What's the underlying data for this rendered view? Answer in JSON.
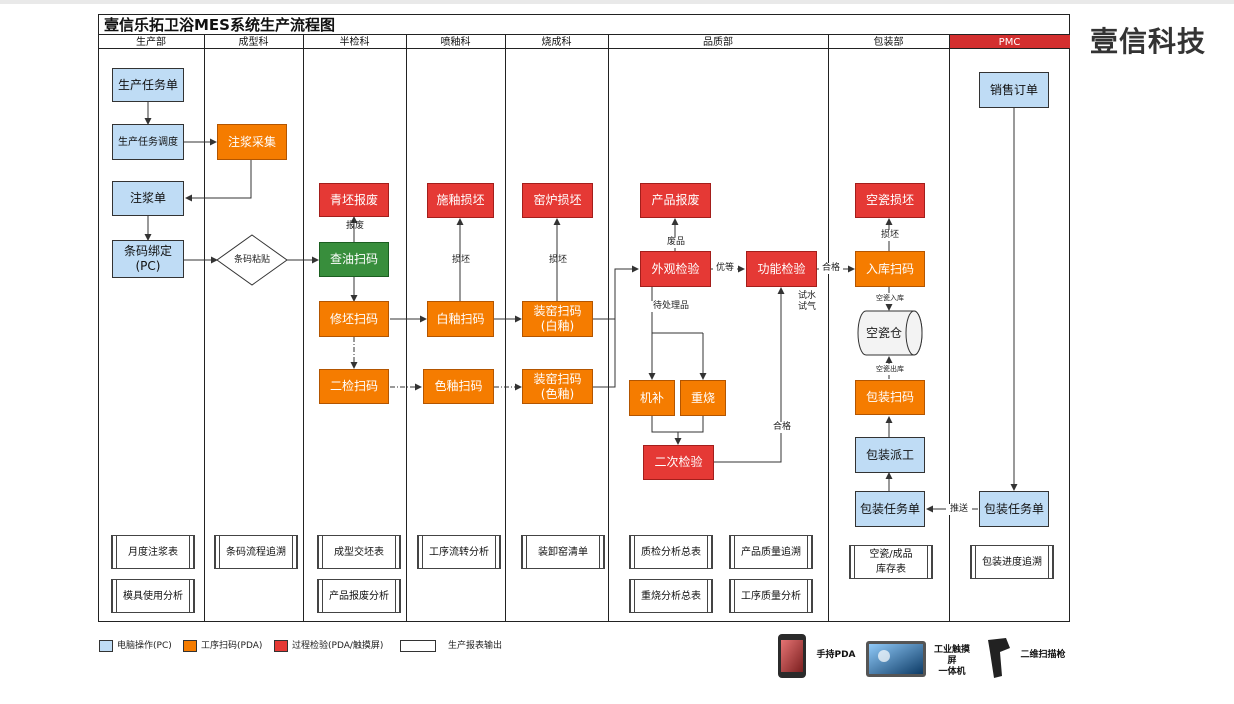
{
  "title": "壹信乐拓卫浴MES系统生产流程图",
  "brand": "壹信科技",
  "colors": {
    "pc": "#bfdcf5",
    "pda": "#f57c00",
    "check": "#e53935",
    "green": "#388e3c",
    "pmc": "#d32f2f"
  },
  "lanes": [
    "生产部",
    "成型科",
    "半检科",
    "喷釉科",
    "烧成科",
    "品质部",
    "包装部",
    "PMC"
  ],
  "nodes": {
    "task_sheet": "生产任务单",
    "task_dispatch": "生产任务调度",
    "grout_collect": "注浆采集",
    "grout_sheet": "注浆单",
    "barcode_bind": "条码绑定\n(PC)",
    "barcode_paste": "条码粘贴",
    "green_scrap": "青坯报废",
    "oil_scan": "查油扫码",
    "repair_scan": "修坯扫码",
    "second_scan": "二检扫码",
    "glaze_damage": "施釉损坯",
    "white_glaze_scan": "白釉扫码",
    "color_glaze_scan": "色釉扫码",
    "kiln_damage": "窑炉损坯",
    "kiln_white_scan": "装窑扫码\n(白釉)",
    "kiln_color_scan": "装窑扫码\n(色釉)",
    "product_scrap": "产品报废",
    "visual_check": "外观检验",
    "function_check": "功能检验",
    "machine_fix": "机补",
    "reburn": "重烧",
    "second_check": "二次检验",
    "empty_damage": "空瓷损坯",
    "stock_in_scan": "入库扫码",
    "empty_warehouse": "空瓷仓",
    "pack_scan": "包装扫码",
    "pack_dispatch": "包装派工",
    "pack_task_pack": "包装任务单",
    "sales_order": "销售订单",
    "pack_task_pmc": "包装任务单"
  },
  "edge_labels": {
    "scrap": "报废",
    "glaze_damage": "损坯",
    "kiln_damage": "损坯",
    "waste": "废品",
    "good": "优等",
    "pending": "待处理品",
    "pass1": "合格",
    "water_gas": "试水\n试气",
    "pass2": "合格",
    "pack_damage": "损坯",
    "empty_in": "空瓷入库",
    "empty_out": "空瓷出库",
    "push": "推送"
  },
  "reports": {
    "monthly_grout": "月度注浆表",
    "mold_usage": "模具使用分析",
    "barcode_trace": "条码流程追溯",
    "forming_handover": "成型交坯表",
    "product_scrap_analysis": "产品报废分析",
    "process_flow": "工序流转分析",
    "kiln_list": "装卸窑清单",
    "qc_summary": "质检分析总表",
    "quality_trace": "产品质量追溯",
    "reburn_summary": "重烧分析总表",
    "process_quality": "工序质量分析",
    "inventory": "空瓷/成品\n库存表",
    "pack_progress": "包装进度追溯"
  },
  "legend": {
    "pc": "电脑操作(PC)",
    "pda": "工序扫码(PDA)",
    "check": "过程检验(PDA/触摸屏)",
    "report": "生产报表输出"
  },
  "devices": {
    "handheld": "手持PDA",
    "touch": "工业触摸屏\n一体机",
    "scanner": "二维扫描枪"
  }
}
